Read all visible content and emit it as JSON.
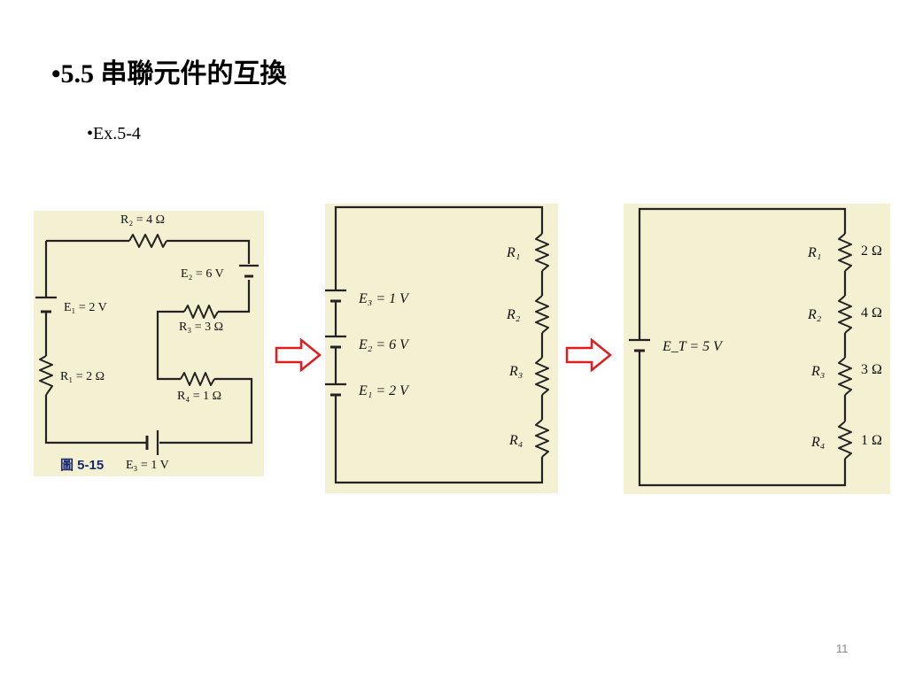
{
  "slide": {
    "title": "•5.5 串聯元件的互換",
    "subtitle": "•Ex.5-4",
    "page_number": "11"
  },
  "colors": {
    "panel_bg": "#f4f0d2",
    "arrow": "#e21b1b",
    "figure_label": "#1a2a6e"
  },
  "fig1": {
    "r2": "R₂ = 4 Ω",
    "e2": "E₂ = 6 V",
    "e1": "E₁ = 2 V",
    "r3": "R₃ = 3 Ω",
    "r1": "R₁ = 2 Ω",
    "r4": "R₄ = 1 Ω",
    "e3": "E₃ = 1 V",
    "fig_label": "圖 5-15"
  },
  "fig2": {
    "e3": "E₃ = 1 V",
    "e2": "E₂ = 6 V",
    "e1": "E₁ = 2 V",
    "r1": "R₁",
    "r2": "R₂",
    "r3": "R₃",
    "r4": "R₄"
  },
  "fig3": {
    "et": "E_T = 5 V",
    "r1": "R₁",
    "r2": "R₂",
    "r3": "R₃",
    "r4": "R₄",
    "v1": "2 Ω",
    "v2": "4 Ω",
    "v3": "3 Ω",
    "v4": "1 Ω"
  },
  "arrows": [
    "right-arrow",
    "right-arrow"
  ]
}
